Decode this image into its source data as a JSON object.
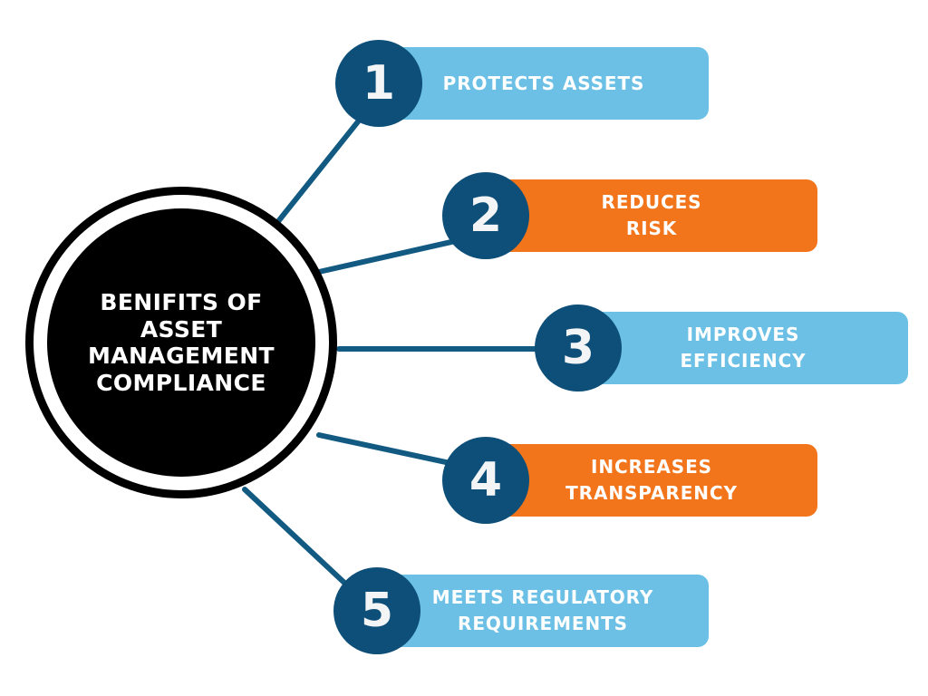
{
  "hub": {
    "title": "BENIFITS OF ASSET MANAGEMENT COMPLIANCE"
  },
  "colors": {
    "light_blue": "#6cc0e5",
    "orange": "#f2751b",
    "badge_navy": "#0d4f78",
    "connector_navy": "#135a82",
    "hub_black": "#000000",
    "text_white": "#ffffff",
    "background": "#ffffff"
  },
  "items": [
    {
      "number": "1",
      "label": "PROTECTS ASSETS",
      "color": "#6cc0e5",
      "color_name": "light-blue"
    },
    {
      "number": "2",
      "label": "REDUCES\nRISK",
      "color": "#f2751b",
      "color_name": "orange"
    },
    {
      "number": "3",
      "label": "IMPROVES\nEFFICIENCY",
      "color": "#6cc0e5",
      "color_name": "light-blue"
    },
    {
      "number": "4",
      "label": "INCREASES\nTRANSPARENCY",
      "color": "#f2751b",
      "color_name": "orange"
    },
    {
      "number": "5",
      "label": "MEETS REGULATORY\nREQUIREMENTS",
      "color": "#6cc0e5",
      "color_name": "light-blue"
    }
  ],
  "chart_data": {
    "type": "diagram",
    "title": "BENIFITS OF ASSET MANAGEMENT COMPLIANCE",
    "layout": "radial hub with five numbered branches to the right",
    "categories": [
      "PROTECTS ASSETS",
      "REDUCES RISK",
      "IMPROVES EFFICIENCY",
      "INCREASES TRANSPARENCY",
      "MEETS REGULATORY REQUIREMENTS"
    ],
    "numbers": [
      "1",
      "2",
      "3",
      "4",
      "5"
    ]
  }
}
